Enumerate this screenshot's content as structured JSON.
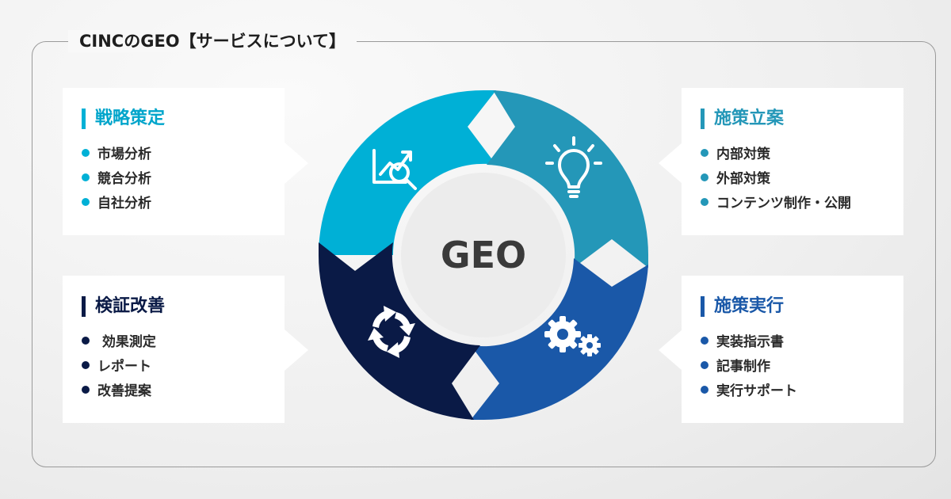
{
  "frame": {
    "title": "CINCのGEO【サービスについて】"
  },
  "center": {
    "label": "GEO"
  },
  "colors": {
    "strategy": "#00b0d6",
    "planning": "#2497b8",
    "execution": "#1a58a8",
    "verification": "#0a1a46"
  },
  "cards": {
    "strategy": {
      "title": "戦略策定",
      "items": [
        "市場分析",
        "競合分析",
        "自社分析"
      ]
    },
    "planning": {
      "title": "施策立案",
      "items": [
        "内部対策",
        "外部対策",
        "コンテンツ制作・公開"
      ]
    },
    "execution": {
      "title": "施策実行",
      "items": [
        "実装指示書",
        "記事制作",
        "実行サポート"
      ]
    },
    "verification": {
      "title": "検証改善",
      "items": [
        " 効果測定",
        "レポート",
        "改善提案"
      ]
    }
  },
  "icons": {
    "strategy": "chart-magnifier-icon",
    "planning": "lightbulb-icon",
    "execution": "gears-icon",
    "verification": "refresh-cycle-icon"
  }
}
